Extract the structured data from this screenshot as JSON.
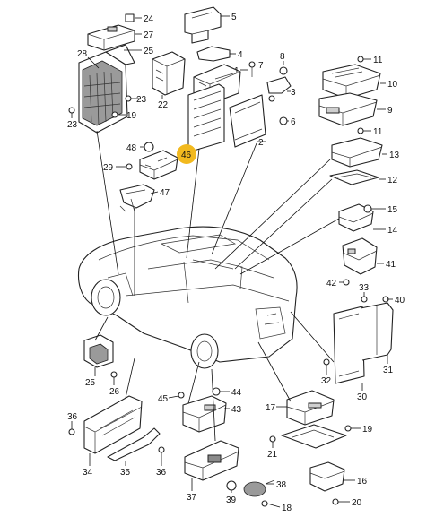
{
  "diagram": {
    "highlighted_part": "46",
    "highlight_color": "#f2b91e",
    "callouts": {
      "c1": "1",
      "c2": "2",
      "c3": "3",
      "c4": "4",
      "c5": "5",
      "c6": "6",
      "c7": "7",
      "c8": "8",
      "c9": "9",
      "c10": "10",
      "c11a": "11",
      "c11b": "11",
      "c12": "12",
      "c13": "13",
      "c14": "14",
      "c15": "15",
      "c16": "16",
      "c17": "17",
      "c18": "18",
      "c19": "19",
      "c20": "20",
      "c21": "21",
      "c22": "22",
      "c23a": "23",
      "c23b": "23",
      "c24": "24",
      "c25": "25",
      "c26": "26",
      "c27": "27",
      "c28": "28",
      "c29": "29",
      "c30": "30",
      "c31": "31",
      "c32": "32",
      "c33": "33",
      "c34": "34",
      "c35": "35",
      "c36a": "36",
      "c36b": "36",
      "c37": "37",
      "c38": "38",
      "c39": "39",
      "c40": "40",
      "c41": "41",
      "c42": "42",
      "c43": "43",
      "c44": "44",
      "c45": "45",
      "c46": "46",
      "c47": "47",
      "c48": "48"
    }
  }
}
